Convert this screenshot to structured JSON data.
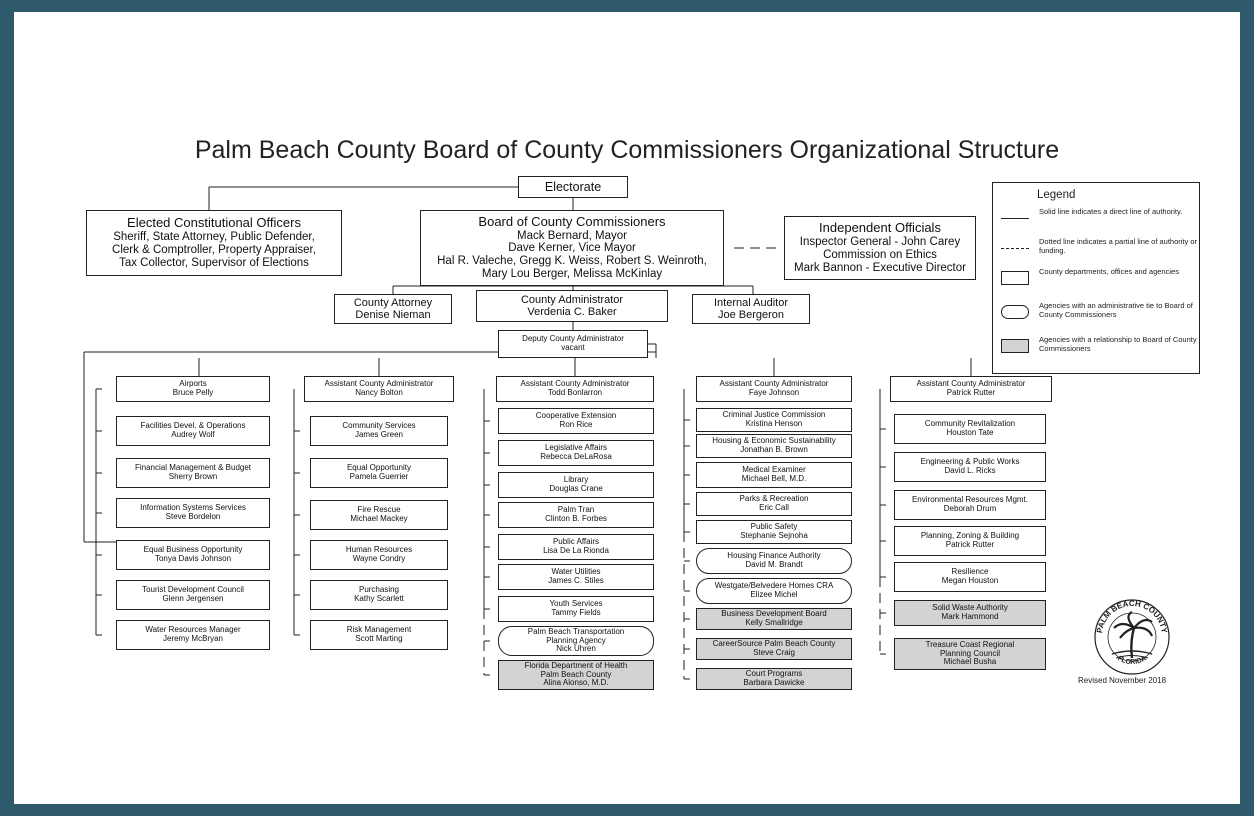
{
  "title": "Palm Beach County Board of County Commissioners Organizational Structure",
  "electorate": "Electorate",
  "constitutional": {
    "title": "Elected Constitutional Officers",
    "lines": [
      "Sheriff, State Attorney, Public Defender,",
      "Clerk & Comptroller, Property Appraiser,",
      "Tax Collector, Supervisor of Elections"
    ]
  },
  "board": {
    "title": "Board of County Commissioners",
    "lines": [
      "Mack Bernard, Mayor",
      "Dave Kerner, Vice Mayor",
      "Hal R. Valeche, Gregg K. Weiss, Robert S. Weinroth,",
      "Mary Lou Berger, Melissa McKinlay"
    ]
  },
  "independent": {
    "title": "Independent Officials",
    "lines": [
      "Inspector General - John Carey",
      "Commission on Ethics",
      "Mark Bannon - Executive Director"
    ]
  },
  "county_attorney": {
    "title": "County Attorney",
    "name": "Denise Nieman"
  },
  "county_administrator": {
    "title": "County Administrator",
    "name": "Verdenia C. Baker"
  },
  "internal_auditor": {
    "title": "Internal Auditor",
    "name": "Joe Bergeron"
  },
  "deputy": {
    "title": "Deputy County Administrator",
    "name": "vacant"
  },
  "columns": [
    {
      "items": [
        {
          "title": "Airports",
          "name": "Bruce Pelly",
          "kind": "dept"
        },
        {
          "title": "Facilities Devel. & Operations",
          "name": "Audrey Wolf",
          "kind": "dept"
        },
        {
          "title": "Financial Management & Budget",
          "name": "Sherry Brown",
          "kind": "dept"
        },
        {
          "title": "Information Systems Services",
          "name": "Steve Bordelon",
          "kind": "dept"
        },
        {
          "title": "Equal Business Opportunity",
          "name": "Tonya Davis Johnson",
          "kind": "dept"
        },
        {
          "title": "Tourist Development Council",
          "name": "Glenn Jergensen",
          "kind": "dept"
        },
        {
          "title": "Water Resources Manager",
          "name": "Jeremy McBryan",
          "kind": "dept"
        }
      ]
    },
    {
      "header": {
        "title": "Assistant County Administrator",
        "name": "Nancy Bolton"
      },
      "items": [
        {
          "title": "Community Services",
          "name": "James Green",
          "kind": "dept"
        },
        {
          "title": "Equal Opportunity",
          "name": "Pamela Guerrier",
          "kind": "dept"
        },
        {
          "title": "Fire Rescue",
          "name": "Michael Mackey",
          "kind": "dept"
        },
        {
          "title": "Human Resources",
          "name": "Wayne Condry",
          "kind": "dept"
        },
        {
          "title": "Purchasing",
          "name": "Kathy Scarlett",
          "kind": "dept"
        },
        {
          "title": "Risk Management",
          "name": "Scott Marting",
          "kind": "dept"
        }
      ]
    },
    {
      "header": {
        "title": "Assistant County Administrator",
        "name": "Todd Bonlarron"
      },
      "items": [
        {
          "title": "Cooperative Extension",
          "name": "Ron Rice",
          "kind": "dept"
        },
        {
          "title": "Legislative Affairs",
          "name": "Rebecca DeLaRosa",
          "kind": "dept"
        },
        {
          "title": "Library",
          "name": "Douglas Crane",
          "kind": "dept"
        },
        {
          "title": "Palm Tran",
          "name": "Clinton B. Forbes",
          "kind": "dept"
        },
        {
          "title": "Public Affairs",
          "name": "Lisa De La Rionda",
          "kind": "dept"
        },
        {
          "title": "Water Utilities",
          "name": "James C. Stiles",
          "kind": "dept"
        },
        {
          "title": "Youth Services",
          "name": "Tammy Fields",
          "kind": "dept"
        },
        {
          "title": "Palm Beach Transportation",
          "title2": "Planning Agency",
          "name": "Nick Uhren",
          "kind": "admin"
        },
        {
          "title": "Florida Department of Health",
          "title2": "Palm Beach County",
          "name": "Alina Alonso, M.D.",
          "kind": "relation"
        }
      ]
    },
    {
      "header": {
        "title": "Assistant County Administrator",
        "name": "Faye Johnson"
      },
      "items": [
        {
          "title": "Criminal Justice Commission",
          "name": "Kristina Henson",
          "kind": "dept"
        },
        {
          "title": "Housing & Economic Sustainability",
          "name": "Jonathan B. Brown",
          "kind": "dept"
        },
        {
          "title": "Medical Examiner",
          "name": "Michael Bell, M.D.",
          "kind": "dept"
        },
        {
          "title": "Parks & Recreation",
          "name": "Eric Call",
          "kind": "dept"
        },
        {
          "title": "Public Safety",
          "name": "Stephanie Sejnoha",
          "kind": "dept"
        },
        {
          "title": "Housing Finance Authority",
          "name": "David M. Brandt",
          "kind": "admin"
        },
        {
          "title": "Westgate/Belvedere Homes CRA",
          "name": "Elizee Michel",
          "kind": "admin"
        },
        {
          "title": "Business Development Board",
          "name": "Kelly Smallridge",
          "kind": "relation"
        },
        {
          "title": "CareerSource Palm Beach County",
          "name": "Steve Craig",
          "kind": "relation"
        },
        {
          "title": "Court Programs",
          "name": "Barbara Dawicke",
          "kind": "relation"
        }
      ]
    },
    {
      "header": {
        "title": "Assistant County Administrator",
        "name": "Patrick Rutter"
      },
      "items": [
        {
          "title": "Community Revitalization",
          "name": "Houston Tate",
          "kind": "dept"
        },
        {
          "title": "Engineering & Public Works",
          "name": "David L. Ricks",
          "kind": "dept"
        },
        {
          "title": "Environmental Resources Mgmt.",
          "name": "Deborah Drum",
          "kind": "dept"
        },
        {
          "title": "Planning, Zoning & Building",
          "name": "Patrick Rutter",
          "kind": "dept"
        },
        {
          "title": "Resilience",
          "name": "Megan Houston",
          "kind": "dept"
        },
        {
          "title": "Solid Waste Authority",
          "name": "Mark Hammond",
          "kind": "relation"
        },
        {
          "title": "Treasure Coast Regional",
          "title2": "Planning Council",
          "name": "Michael Busha",
          "kind": "relation"
        }
      ]
    }
  ],
  "legend": {
    "title": "Legend",
    "items": [
      "Solid line indicates a direct line of authority.",
      "Dotted line indicates a partial line of authority or funding.",
      "County departments, offices and agencies",
      "Agencies with an administrative tie to Board of County Commissioners",
      "Agencies with a relationship to Board of County Commissioners"
    ]
  },
  "seal": {
    "text": "PALM BEACH COUNTY",
    "state": "FLORIDA"
  },
  "revised": "Revised November 2018",
  "colors": {
    "frame": "#2e5a6b",
    "relation_fill": "#d3d3d3",
    "line": "#222222"
  }
}
